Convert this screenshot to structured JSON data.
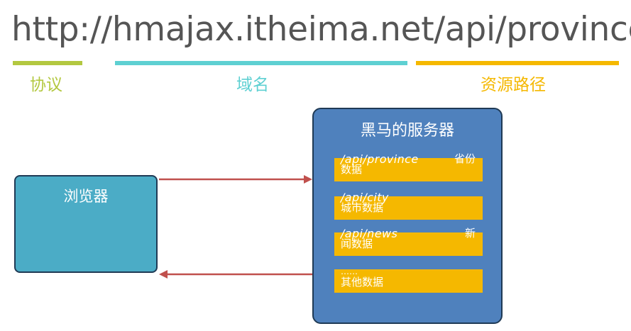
{
  "url": {
    "text": "http://hmajax.itheima.net/api/province",
    "color": "#555555"
  },
  "segments": {
    "protocol": {
      "label": "协议",
      "color": "#B3C840"
    },
    "domain": {
      "label": "域名",
      "color": "#5ED0D2"
    },
    "path": {
      "label": "资源路径",
      "color": "#F5B800"
    }
  },
  "browser": {
    "label": "浏览器",
    "fill": "#4BACC6"
  },
  "server": {
    "title": "黑马的服务器",
    "fill": "#4F81BD",
    "route_fill": "#F5B800",
    "routes": [
      {
        "path": "/api/province",
        "desc1": "省份",
        "desc2": "数据"
      },
      {
        "path": "/api/city",
        "desc1": "",
        "desc2": "城市数据"
      },
      {
        "path": "/api/news",
        "desc1": "新",
        "desc2": "闻数据"
      },
      {
        "path": "……",
        "desc1": "",
        "desc2": "其他数据"
      }
    ]
  },
  "arrows": {
    "color": "#C0504D",
    "request": "browser-to-server",
    "response": "server-to-browser"
  }
}
